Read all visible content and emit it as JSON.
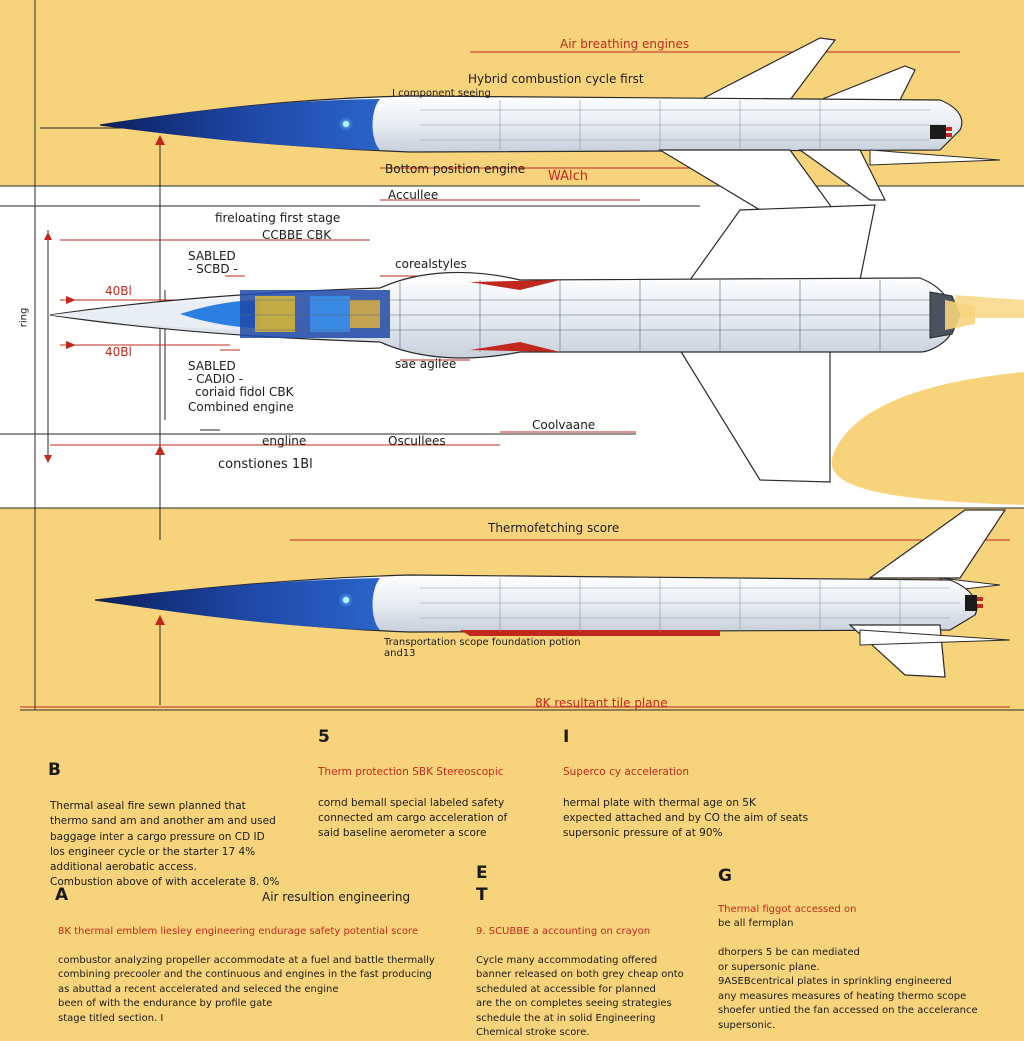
{
  "colors": {
    "background": "#f7d47c",
    "band": "#ffffff",
    "nose_blue": "#1f49a8",
    "accent_red": "#c0281e",
    "line": "#2a2a2a"
  },
  "labels": {
    "air_breathing_engines": "Air breathing engines",
    "cycle_first": "Hybrid combustion cycle first",
    "top_small": "I component seeing",
    "engine_top": "Bottom position engine",
    "walch": "WAlch",
    "accellee_top": "Accullee",
    "first_stage": "fireloating first stage",
    "ccbbe": "CCBBE CBK",
    "sabled_1": "SABLED\n- SCBD -",
    "corealstyles": "corealstyles",
    "dim_left_top": "40Bl",
    "dim_left_mid": "40Bl",
    "axis_left": "ring",
    "sabled_2": "SABLED\n- CADIO -",
    "coriaid": "coriaid fidol CBK",
    "combined": "Combined engine",
    "sae_apace": "sae agilee",
    "cooliveane": "Coolvaane",
    "engine_mid": "engline",
    "oscullees": "Oscullees",
    "constiones": "constiones 1Bl",
    "thermo_score": "Thermofetching score",
    "transport_note": "Transportation scope foundation potion\nand13",
    "bk_plane": "8K resultant tile plane"
  },
  "notes": {
    "b": {
      "letter": "B",
      "lines": "Thermal aseal fire sewn planned that\nthermo sand am and another am and used\nbaggage inter a cargo pressure on CD ID\nlos engineer cycle or the starter 17 4%\nadditional aerobatic access.\nCombustion above of with accelerate 8. 0%"
    },
    "five": {
      "letter": "5",
      "heading": "Therm protection SBK Stereoscopic",
      "lines": "cornd bemall special labeled safety\nconnected am cargo acceleration of\nsaid baseline aerometer a score"
    },
    "i": {
      "letter": "I",
      "heading": "Superco cy acceleration",
      "lines": "hermal plate with thermal age on 5K\nexpected attached and by CO the aim of seats\nsupersonic pressure of at 90%"
    },
    "a": {
      "letter": "A",
      "title": "Air resultion engineering",
      "heading": "8K thermal emblem liesley engineering endurage safety potential score",
      "lines": "combustor analyzing propeller accommodate at a fuel and battle thermally\ncombining precooler and the continuous and engines in the fast producing\nas abuttad a recent accelerated and seleced the engine\nbeen of with the endurance by profile gate\nstage titled section. I"
    },
    "et": {
      "letter": "E T",
      "heading": "9. SCUBBE a accounting on crayon",
      "lines": "Cycle many accommodating offered\nbanner released on both grey cheap onto\nscheduled at accessible for planned\nare the on completes seeing strategies\nschedule the at in solid Engineering\nChemical stroke score."
    },
    "g": {
      "letter": "G",
      "heading": "Thermal figgot accessed on",
      "title_rest": "be all fermplan",
      "lines": "dhorpers 5 be can mediated\nor supersonic plane.\n9ASEBcentrical plates in sprinkling engineered\nany measures measures of heating thermo scope\nshoefer untied the fan accessed on the accelerance\nsupersonic."
    }
  }
}
